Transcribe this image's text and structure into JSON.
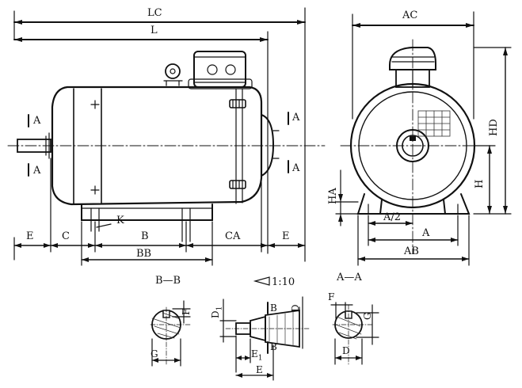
{
  "side_view": {
    "lc": "LC",
    "l": "L",
    "e_left": "E",
    "c": "C",
    "b": "B",
    "ca": "CA",
    "e_right": "E",
    "bb": "BB",
    "k": "K",
    "section_a_1": "A",
    "section_a_2": "A",
    "section_a_3": "A",
    "section_a_4": "A"
  },
  "front_view": {
    "ac": "AC",
    "hd": "HD",
    "h": "H",
    "ha": "HA",
    "a_half": "A/2",
    "a": "A",
    "ab": "AB"
  },
  "section_bb": {
    "title": "B—B",
    "f": "F",
    "g": "G"
  },
  "shaft_view": {
    "taper": "1:10",
    "d1": "D",
    "d1_sub": "1",
    "b_top": "B",
    "b_bottom": "B",
    "d": "D",
    "e1": "E",
    "e1_sub": "1",
    "e": "E"
  },
  "section_aa": {
    "title": "A—A",
    "f": "F",
    "g": "G",
    "d": "D"
  },
  "colors": {
    "ink": "#111111",
    "paper": "#ffffff",
    "hatch": "#333333"
  }
}
